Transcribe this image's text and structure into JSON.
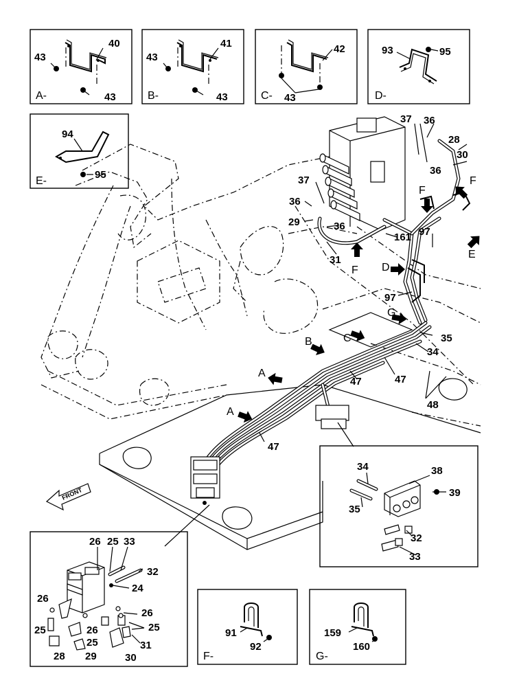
{
  "detail_views": {
    "A": {
      "caption": "A-",
      "labels": [
        "40",
        "43",
        "43"
      ]
    },
    "B": {
      "caption": "B-",
      "labels": [
        "41",
        "43",
        "43"
      ]
    },
    "C": {
      "caption": "C-",
      "labels": [
        "42",
        "43"
      ]
    },
    "D": {
      "caption": "D-",
      "labels": [
        "93",
        "95"
      ]
    },
    "E": {
      "caption": "E-",
      "labels": [
        "94",
        "95"
      ]
    },
    "F": {
      "caption": "F-",
      "labels": [
        "91",
        "92"
      ]
    },
    "G": {
      "caption": "G-",
      "labels": [
        "159",
        "160"
      ]
    }
  },
  "main_callouts": {
    "valve_area": [
      "37",
      "36",
      "28",
      "30",
      "36",
      "37",
      "36",
      "29",
      "36",
      "31",
      "161",
      "97",
      "97",
      "35",
      "34",
      "47",
      "47",
      "47",
      "48",
      "47"
    ],
    "arrow_letters": [
      "F",
      "F",
      "F",
      "E",
      "D",
      "G",
      "C",
      "B",
      "A",
      "A"
    ]
  },
  "front_label": "FRONT",
  "inset_manifold": {
    "labels": [
      "34",
      "38",
      "39",
      "35",
      "32",
      "33"
    ]
  },
  "inset_pilot_valve": {
    "labels": [
      "26",
      "25",
      "33",
      "32",
      "24",
      "26",
      "26",
      "25",
      "26",
      "25",
      "25",
      "28",
      "29",
      "30",
      "31"
    ]
  }
}
